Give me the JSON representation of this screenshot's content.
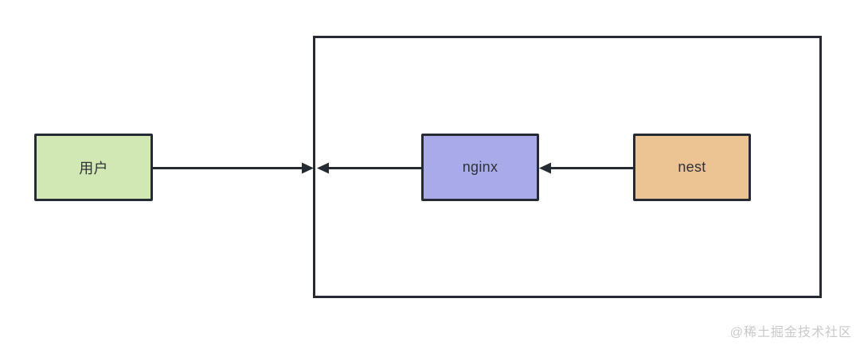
{
  "diagram": {
    "nodes": {
      "user": {
        "label": "用户"
      },
      "nginx": {
        "label": "nginx"
      },
      "nest": {
        "label": "nest"
      }
    },
    "edges": [
      {
        "from": "user",
        "to": "server-boundary",
        "arrow": "into-boundary-left-edge"
      },
      {
        "from": "nginx",
        "to": "server-boundary",
        "arrow": "points-left-at-boundary-left-edge"
      },
      {
        "from": "nest",
        "to": "nginx",
        "arrow": "points-left-at-nginx-right-edge"
      }
    ],
    "container": {
      "description": "unlabeled server boundary rectangle enclosing nginx and nest"
    }
  },
  "watermark": {
    "text": "@稀土掘金技术社区"
  },
  "colors": {
    "canvas-bg": "#ffffff",
    "stroke": "#262b33",
    "user-fill": "#d1e8b4",
    "nginx-fill": "#a8abe8",
    "nest-fill": "#ecc494",
    "label-text": "#2e3138",
    "watermark-text": "#c9c9c9"
  }
}
